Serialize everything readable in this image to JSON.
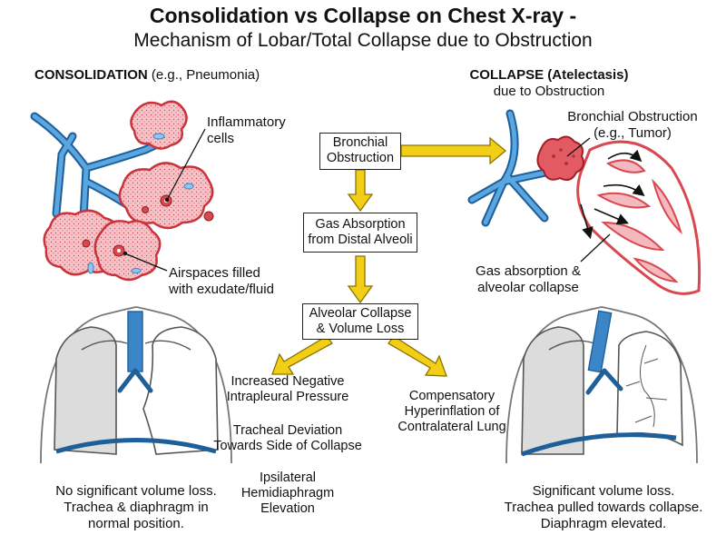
{
  "header": {
    "title": "Consolidation vs Collapse on Chest X-ray -",
    "subtitle": "Mechanism of Lobar/Total Collapse due to Obstruction"
  },
  "consolidation": {
    "heading_bold": "CONSOLIDATION",
    "heading_rest": " (e.g., Pneumonia)",
    "label_inflammatory_line1": "Inflammatory",
    "label_inflammatory_line2": "cells",
    "label_airspaces_line1": "Airspaces filled",
    "label_airspaces_line2": "with exudate/fluid",
    "caption_line1": "No significant volume loss.",
    "caption_line2": "Trachea & diaphragm in",
    "caption_line3": "normal position."
  },
  "collapse": {
    "heading_bold": "COLLAPSE (Atelectasis)",
    "heading_line2": "due to Obstruction",
    "label_obstruction_line1": "Bronchial Obstruction",
    "label_obstruction_line2": "(e.g., Tumor)",
    "label_gas_line1": "Gas absorption &",
    "label_gas_line2": "alveolar collapse",
    "caption_line1": "Significant volume loss.",
    "caption_line2": "Trachea pulled towards collapse.",
    "caption_line3": "Diaphragm elevated."
  },
  "flow": {
    "box1_line1": "Bronchial",
    "box1_line2": "Obstruction",
    "box2_line1": "Gas Absorption",
    "box2_line2": "from Distal Alveoli",
    "box3_line1": "Alveolar Collapse",
    "box3_line2": "& Volume Loss",
    "effect1_line1": "Increased Negative",
    "effect1_line2": "Intrapleural Pressure",
    "effect2_line1": "Tracheal Deviation",
    "effect2_line2": "Towards Side of Collapse",
    "effect3_line1": "Ipsilateral",
    "effect3_line2": "Hemidiaphragm",
    "effect3_line3": "Elevation",
    "effect4_line1": "Compensatory",
    "effect4_line2": "Hyperinflation of",
    "effect4_line3": "Contralateral Lung"
  },
  "colors": {
    "airway_blue": "#3b86c8",
    "alveolus_pink": "#f4b9bf",
    "alveolus_red": "#d9474f",
    "arrow_yellow": "#f2cf16",
    "lung_gray": "#d9d9d9"
  }
}
